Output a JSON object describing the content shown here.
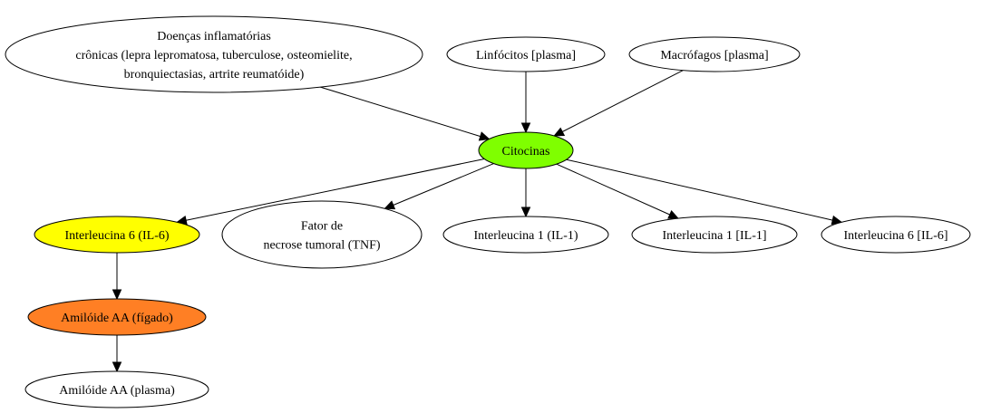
{
  "nodes": [
    {
      "id": "doencas",
      "lines": [
        "Doenças inflamatórias",
        "crônicas (lepra lepromatosa, tuberculose, osteomielite,",
        "bronquiectasias, artrite reumatóide)"
      ],
      "fill": "#ffffff"
    },
    {
      "id": "linfocitos",
      "lines": [
        "Linfócitos [plasma]"
      ],
      "fill": "#ffffff"
    },
    {
      "id": "macrofagos",
      "lines": [
        "Macrófagos [plasma]"
      ],
      "fill": "#ffffff"
    },
    {
      "id": "citocinas",
      "lines": [
        "Citocinas"
      ],
      "fill": "#7fff00"
    },
    {
      "id": "il6a",
      "lines": [
        "Interleucina 6 (IL-6)"
      ],
      "fill": "#ffff00"
    },
    {
      "id": "tnf",
      "lines": [
        "Fator de",
        "necrose tumoral (TNF)"
      ],
      "fill": "#ffffff"
    },
    {
      "id": "il1a",
      "lines": [
        "Interleucina 1 (IL-1)"
      ],
      "fill": "#ffffff"
    },
    {
      "id": "il1b",
      "lines": [
        "Interleucina 1 [IL-1]"
      ],
      "fill": "#ffffff"
    },
    {
      "id": "il6b",
      "lines": [
        "Interleucina 6 [IL-6]"
      ],
      "fill": "#ffffff"
    },
    {
      "id": "amiloide_figado",
      "lines": [
        "Amilóide AA (fígado)"
      ],
      "fill": "#ff7f24"
    },
    {
      "id": "amiloide_plasma",
      "lines": [
        "Amilóide AA (plasma)"
      ],
      "fill": "#ffffff"
    }
  ],
  "edges": [
    {
      "from": "doencas",
      "to": "citocinas"
    },
    {
      "from": "linfocitos",
      "to": "citocinas"
    },
    {
      "from": "macrofagos",
      "to": "citocinas"
    },
    {
      "from": "citocinas",
      "to": "il6a"
    },
    {
      "from": "citocinas",
      "to": "tnf"
    },
    {
      "from": "citocinas",
      "to": "il1a"
    },
    {
      "from": "citocinas",
      "to": "il1b"
    },
    {
      "from": "citocinas",
      "to": "il6b"
    },
    {
      "from": "il6a",
      "to": "amiloide_figado"
    },
    {
      "from": "amiloide_figado",
      "to": "amiloide_plasma"
    }
  ]
}
